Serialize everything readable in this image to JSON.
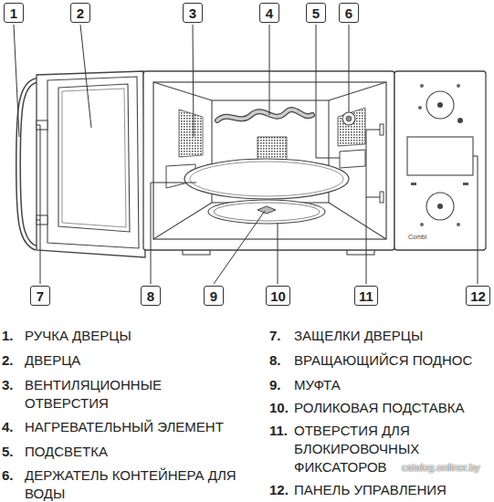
{
  "diagram": {
    "nodes": [
      {
        "text": [
          "1"
        ]
      },
      {
        "text": [
          "2"
        ]
      },
      {
        "text": [
          "3"
        ]
      },
      {
        "text": [
          "4"
        ]
      },
      {
        "text": [
          "5"
        ]
      },
      {
        "text": [
          "6"
        ]
      },
      {
        "text": [
          "7"
        ]
      },
      {
        "text": [
          "8"
        ]
      },
      {
        "text": [
          "9"
        ]
      },
      {
        "text": [
          "10"
        ]
      },
      {
        "text": [
          "11"
        ]
      },
      {
        "text": [
          "12"
        ]
      }
    ],
    "labels": [
      "1.",
      "РУЧКА ДВЕРЦЫ",
      "2.",
      "ДВЕРЦА",
      "3.",
      "ВЕНТИЛЯЦИОННЫЕ ОТВЕРСТИЯ",
      "4.",
      "НАГРЕВАТЕЛЬНЫЙ ЭЛЕМЕНТ",
      "5.",
      "ПОДСВЕТКА",
      "6.",
      "ДЕРЖАТЕЛЬ КОНТЕЙНЕРА ДЛЯ ВОДЫ",
      "7.",
      "ЗАЩЕЛКИ ДВЕРЦЫ",
      "8.",
      "ВРАЩАЮЩИЙСЯ ПОДНОС",
      "9.",
      "МУФТА",
      "10.",
      "РОЛИКОВАЯ ПОДСТАВКА",
      "11.",
      "ОТВЕРСТИЯ ДЛЯ БЛОКИРОВОЧНЫХ ФИКСАТОРОВ",
      "12.",
      "ПАНЕЛЬ УПРАВЛЕНИЯ",
      "Combi",
      "catalog.onliner.by"
    ]
  }
}
